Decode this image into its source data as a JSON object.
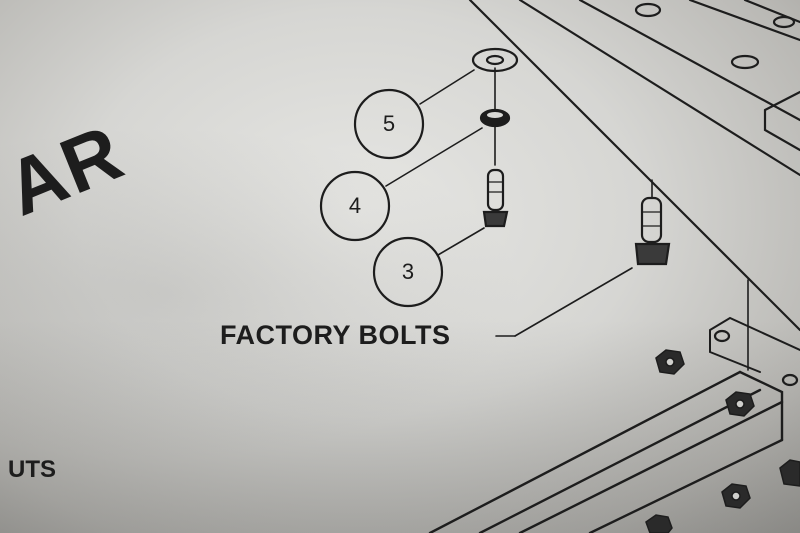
{
  "labels": {
    "factory_bolts": "FACTORY BOLTS",
    "partial_title": "AR",
    "partial_bottom": "UTS"
  },
  "callouts": [
    {
      "number": "5"
    },
    {
      "number": "4"
    },
    {
      "number": "3"
    }
  ],
  "colors": {
    "ink": "#1d1d1d",
    "paper": "#e2e2df"
  }
}
